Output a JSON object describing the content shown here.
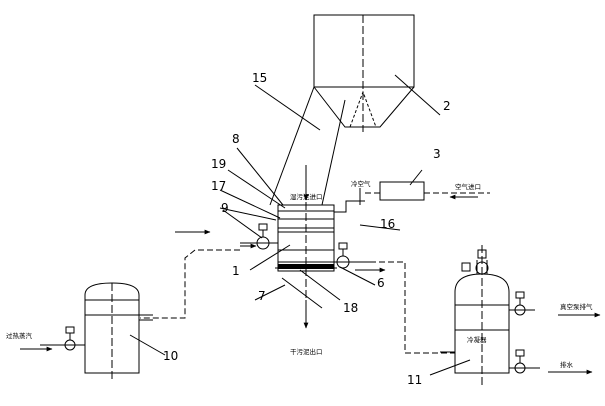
{
  "diagram": {
    "part_numbers": {
      "n1": "1",
      "n2": "2",
      "n3": "3",
      "n6": "6",
      "n7": "7",
      "n8": "8",
      "n9": "9",
      "n10": "10",
      "n11": "11",
      "n15": "15",
      "n16": "16",
      "n17": "17",
      "n18": "18",
      "n19": "19"
    },
    "labels": {
      "wet_sludge_inlet": "湿污泥进口",
      "dry_sludge_outlet": "干污泥出口",
      "air_inlet": "空气进口",
      "air_in_short": "冷空气",
      "superheated_steam_in": "过热蒸汽",
      "condensate_outlet": "排水",
      "vacuum_exhaust": "真空泵排气",
      "condenser": "冷凝器"
    }
  }
}
